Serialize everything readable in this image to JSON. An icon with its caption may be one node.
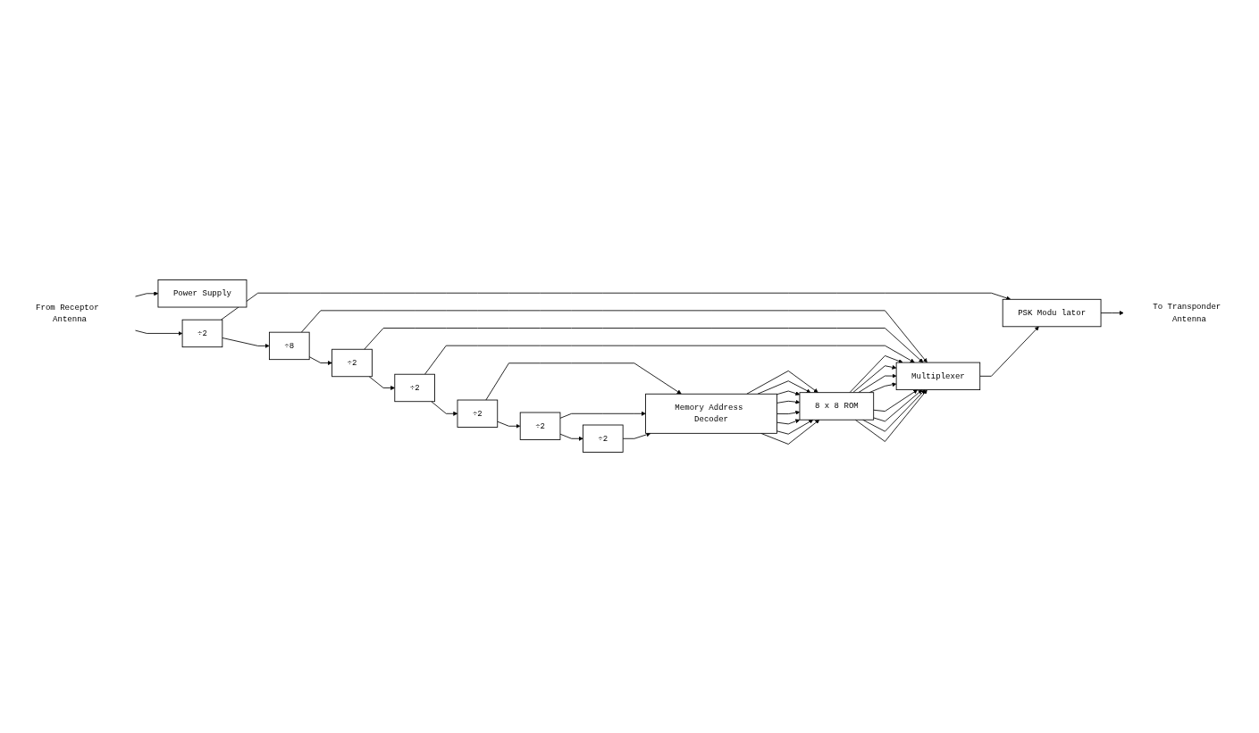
{
  "diagram": {
    "nodes": [
      {
        "text": [
          "From Receptor Antenna"
        ]
      },
      {
        "text": [
          "Power Supply"
        ]
      },
      {
        "text": [
          "÷2"
        ]
      },
      {
        "text": [
          "÷8"
        ]
      },
      {
        "text": [
          "÷2"
        ]
      },
      {
        "text": [
          "÷2"
        ]
      },
      {
        "text": [
          "÷2"
        ]
      },
      {
        "text": [
          "÷2"
        ]
      },
      {
        "text": [
          "÷2"
        ]
      },
      {
        "text": [
          "PSK Modu lator"
        ]
      },
      {
        "text": [
          "Multiplexer"
        ]
      },
      {
        "text": [
          "Memory Address Decoder"
        ]
      },
      {
        "text": [
          "8 x 8 ROM"
        ]
      },
      {
        "text": [
          "To Transponder Antenna"
        ]
      }
    ],
    "edges": [
      {
        "from": 0,
        "to": 1,
        "arrow": "to"
      },
      {
        "from": 0,
        "to": 2,
        "arrow": "to"
      },
      {
        "from": 2,
        "to": 3,
        "arrow": "to"
      },
      {
        "from": 3,
        "to": 4,
        "arrow": "to"
      },
      {
        "from": 4,
        "to": 5,
        "arrow": "to"
      },
      {
        "from": 5,
        "to": 6,
        "arrow": "to"
      },
      {
        "from": 6,
        "to": 7,
        "arrow": "to"
      },
      {
        "from": 7,
        "to": 8,
        "arrow": "to"
      },
      {
        "from": 2,
        "to": 9,
        "arrow": "to"
      },
      {
        "from": 3,
        "to": 10,
        "arrow": "to"
      },
      {
        "from": 4,
        "to": 10,
        "arrow": "to"
      },
      {
        "from": 5,
        "to": 10,
        "arrow": "to"
      },
      {
        "from": 6,
        "to": 11,
        "arrow": "to"
      },
      {
        "from": 7,
        "to": 11,
        "arrow": "to"
      },
      {
        "from": 8,
        "to": 11,
        "arrow": "to"
      },
      {
        "from": 10,
        "to": 9,
        "arrow": "to"
      },
      {
        "from": 9,
        "to": 13,
        "arrow": "to"
      },
      {
        "from": 11,
        "to": 12,
        "arrow": "to"
      },
      {
        "from": 11,
        "to": 12,
        "arrow": "to"
      },
      {
        "from": 11,
        "to": 12,
        "arrow": "to"
      },
      {
        "from": 11,
        "to": 12,
        "arrow": "to"
      },
      {
        "from": 11,
        "to": 12,
        "arrow": "to"
      },
      {
        "from": 11,
        "to": 12,
        "arrow": "to"
      },
      {
        "from": 11,
        "to": 12,
        "arrow": "to"
      },
      {
        "from": 11,
        "to": 12,
        "arrow": "to"
      },
      {
        "from": 12,
        "to": 10,
        "arrow": "to"
      },
      {
        "from": 12,
        "to": 10,
        "arrow": "to"
      },
      {
        "from": 12,
        "to": 10,
        "arrow": "to"
      },
      {
        "from": 12,
        "to": 10,
        "arrow": "to"
      },
      {
        "from": 12,
        "to": 10,
        "arrow": "to"
      },
      {
        "from": 12,
        "to": 10,
        "arrow": "to"
      },
      {
        "from": 12,
        "to": 10,
        "arrow": "to"
      },
      {
        "from": 12,
        "to": 10,
        "arrow": "to"
      }
    ]
  }
}
